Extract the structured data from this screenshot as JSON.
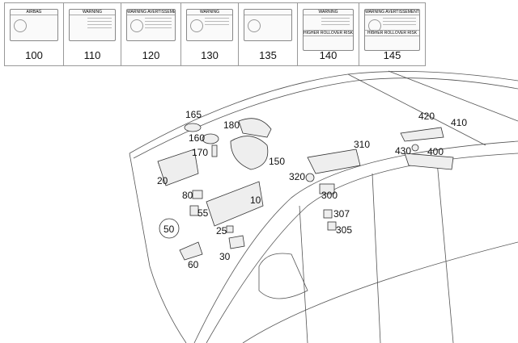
{
  "labels": [
    {
      "num": "100",
      "title": "AIRBAG"
    },
    {
      "num": "110",
      "title": "WARNING"
    },
    {
      "num": "120",
      "title": "WARNING AVERTISSEMENT"
    },
    {
      "num": "130",
      "title": "WARNING"
    },
    {
      "num": "135",
      "title": ""
    },
    {
      "num": "140",
      "title": "WARNING",
      "subtitle": "HIGHER ROLLOVER RISK"
    },
    {
      "num": "145",
      "title": "WARNING AVERTISSEMENT",
      "subtitle": "HIGHER ROLLOVER RISK"
    }
  ],
  "callouts": [
    "165",
    "180",
    "160",
    "170",
    "150",
    "310",
    "420",
    "410",
    "430",
    "400",
    "20",
    "320",
    "300",
    "80",
    "10",
    "55",
    "307",
    "305",
    "50",
    "25",
    "30",
    "60"
  ]
}
